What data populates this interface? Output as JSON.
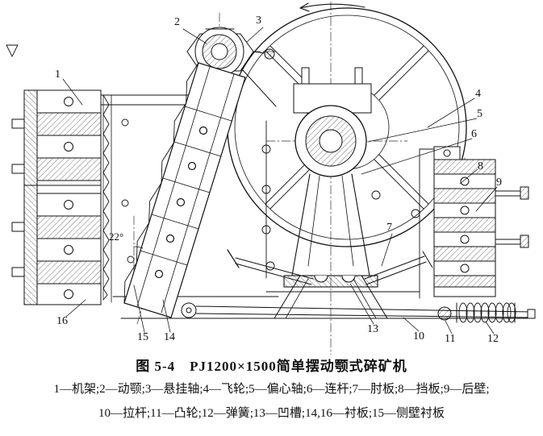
{
  "figure": {
    "caption": "图 5-4　PJ1200×1500简单摆动颚式碎矿机",
    "legend": {
      "line1": "1—机架;2—动颚;3—悬挂轴;4—飞轮;5—偏心轴;6—连杆;7—肘板;8—挡板;9—后壁;",
      "line2": "10—拉杆;11—凸轮;12—弹簧;13—凹槽;14,16—衬板;15—侧壁衬板"
    },
    "callouts": [
      {
        "label": "1"
      },
      {
        "label": "2"
      },
      {
        "label": "3"
      },
      {
        "label": "4"
      },
      {
        "label": "5"
      },
      {
        "label": "6"
      },
      {
        "label": "7"
      },
      {
        "label": "8"
      },
      {
        "label": "9"
      },
      {
        "label": "10"
      },
      {
        "label": "11"
      },
      {
        "label": "12"
      },
      {
        "label": "13"
      },
      {
        "label": "14"
      },
      {
        "label": "15"
      },
      {
        "label": "16"
      },
      {
        "label": "22°"
      }
    ],
    "colors": {
      "ink": "#111111",
      "paper": "#ffffff"
    }
  }
}
